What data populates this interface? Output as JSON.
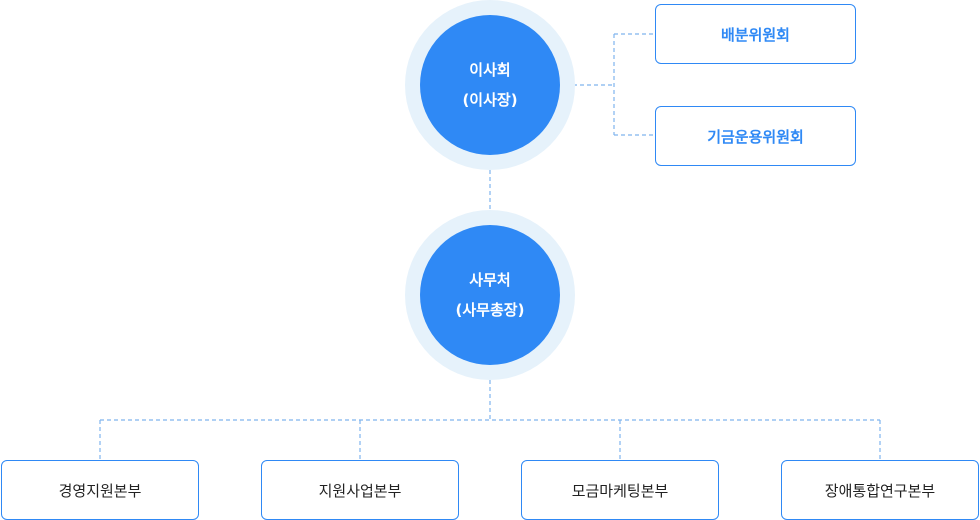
{
  "colors": {
    "accent": "#2f89f5",
    "ring": "#e6f2fb",
    "connector": "#7fb4ee",
    "division_text": "#222222"
  },
  "board": {
    "title": "이사회",
    "subtitle": "(이사장)"
  },
  "committees": [
    {
      "label": "배분위원회"
    },
    {
      "label": "기금운용위원회"
    }
  ],
  "secretariat": {
    "title": "사무처",
    "subtitle": "(사무총장)"
  },
  "divisions": [
    {
      "label": "경영지원본부"
    },
    {
      "label": "지원사업본부"
    },
    {
      "label": "모금마케팅본부"
    },
    {
      "label": "장애통합연구본부"
    }
  ]
}
